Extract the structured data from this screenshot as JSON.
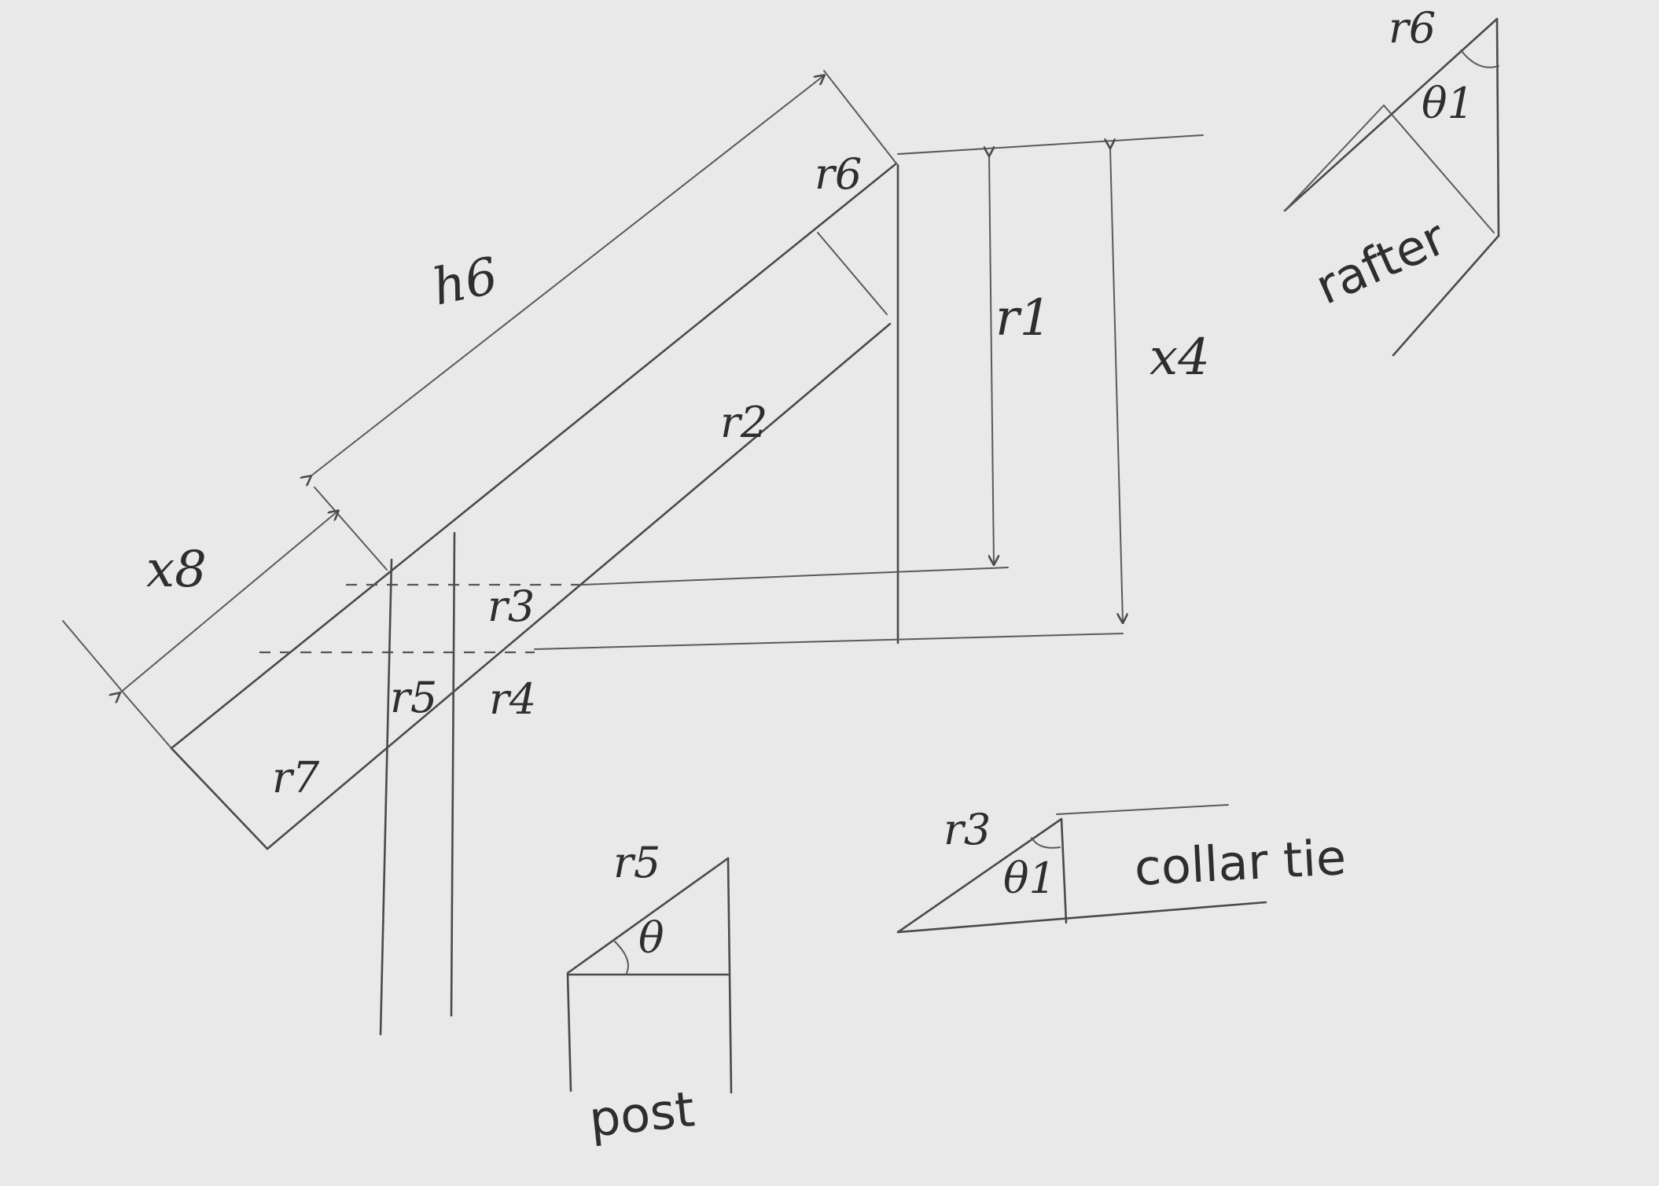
{
  "diagram": {
    "labels": {
      "r1": "r1",
      "r2": "r2",
      "r3": "r3",
      "r4": "r4",
      "r5": "r5",
      "r6": "r6",
      "r7": "r7",
      "h6": "h6",
      "x4": "x4",
      "x8": "x8"
    },
    "rafter_detail": {
      "r6": "r6",
      "theta": "θ1",
      "name": "rafter"
    },
    "post_detail": {
      "r5": "r5",
      "theta": "θ",
      "name": "post"
    },
    "collar_detail": {
      "r3": "r3",
      "theta": "θ1",
      "name": "collar tie"
    }
  }
}
